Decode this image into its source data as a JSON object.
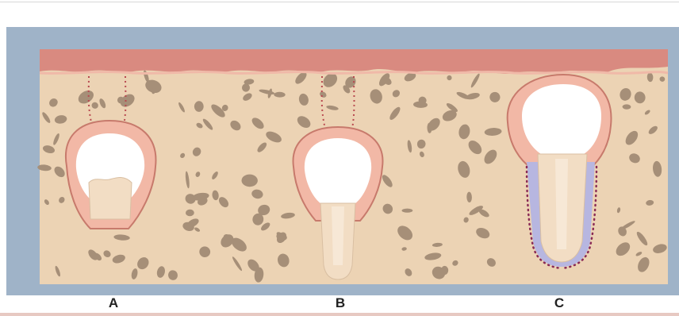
{
  "labels": {
    "a": "A",
    "b": "B",
    "c": "C"
  },
  "colors": {
    "frame": "#9fb3c8",
    "gingiva": "#d98a80",
    "gingiva_light": "#f0b9a8",
    "bone": "#ecd3b4",
    "trabecula": "#a68f78",
    "follicle": "#f2b8a6",
    "enamel": "#ffffff",
    "dentin": "#f2ddc4",
    "ligament": "#b7b6e0",
    "dots": "#8a2a55"
  },
  "icons": {
    "figure": "tooth-eruption-illustration"
  }
}
